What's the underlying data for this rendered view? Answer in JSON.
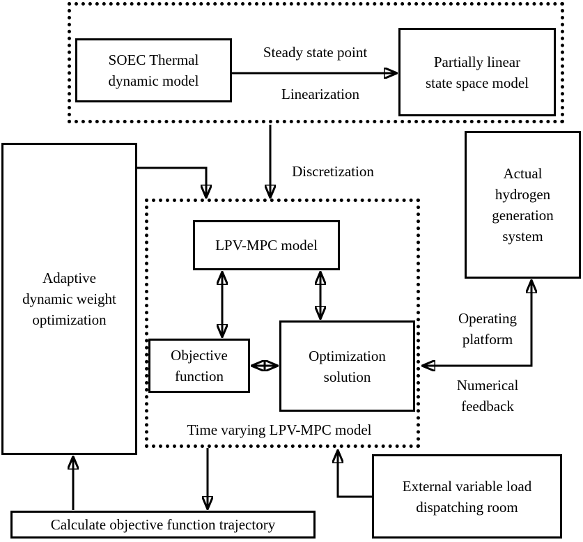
{
  "boxes": {
    "soec": "SOEC Thermal\ndynamic model",
    "partially_linear": "Partially linear\nstate space model",
    "lpv_mpc": "LPV-MPC model",
    "objective": "Objective\nfunction",
    "optimization": "Optimization\nsolution",
    "adaptive": "Adaptive\ndynamic weight\noptimization",
    "actual_system": "Actual\nhydrogen\ngeneration\nsystem",
    "external_load": "External variable load\ndispatching room",
    "calculate": "Calculate objective function trajectory"
  },
  "labels": {
    "steady_state": "Steady state point",
    "linearization": "Linearization",
    "discretization": "Discretization",
    "operating_platform": "Operating\nplatform",
    "numerical_feedback": "Numerical\nfeedback",
    "time_varying": "Time varying LPV-MPC model"
  },
  "colors": {
    "line": "#000000",
    "background": "#ffffff"
  }
}
